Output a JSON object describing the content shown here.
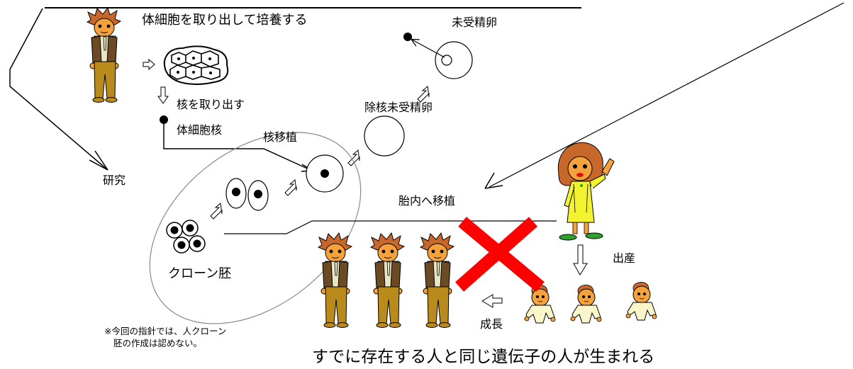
{
  "labels": {
    "culture_somatic": "体細胞を取り出して培養する",
    "extract_nucleus": "核を取り出す",
    "somatic_nucleus": "体細胞核",
    "unfertilized_egg": "未受精卵",
    "enucleated_egg": "除核未受精卵",
    "nuclear_transfer": "核移植",
    "research": "研究",
    "transfer_to_womb": "胎内へ移植",
    "clone_embryo": "クローン胚",
    "birth": "出産",
    "growth": "成長",
    "note_line1": "※今回の指針では、人クローン",
    "note_line2": "胚の作成は認めない。",
    "conclusion": "すでに存在する人と同じ遺伝子の人が生まれる"
  },
  "colors": {
    "cross": "#ff0000",
    "skin": "#f5a23c",
    "hair": "#c8672a",
    "vest": "#6b4a24",
    "pants": "#b88b1c",
    "shirt": "#e9e6c2",
    "dress": "#f2f230",
    "baby": "#fbf6c9"
  },
  "icons": [
    "man-figure",
    "woman-figure",
    "baby-figure",
    "cell-culture-icon",
    "red-cross-icon"
  ]
}
